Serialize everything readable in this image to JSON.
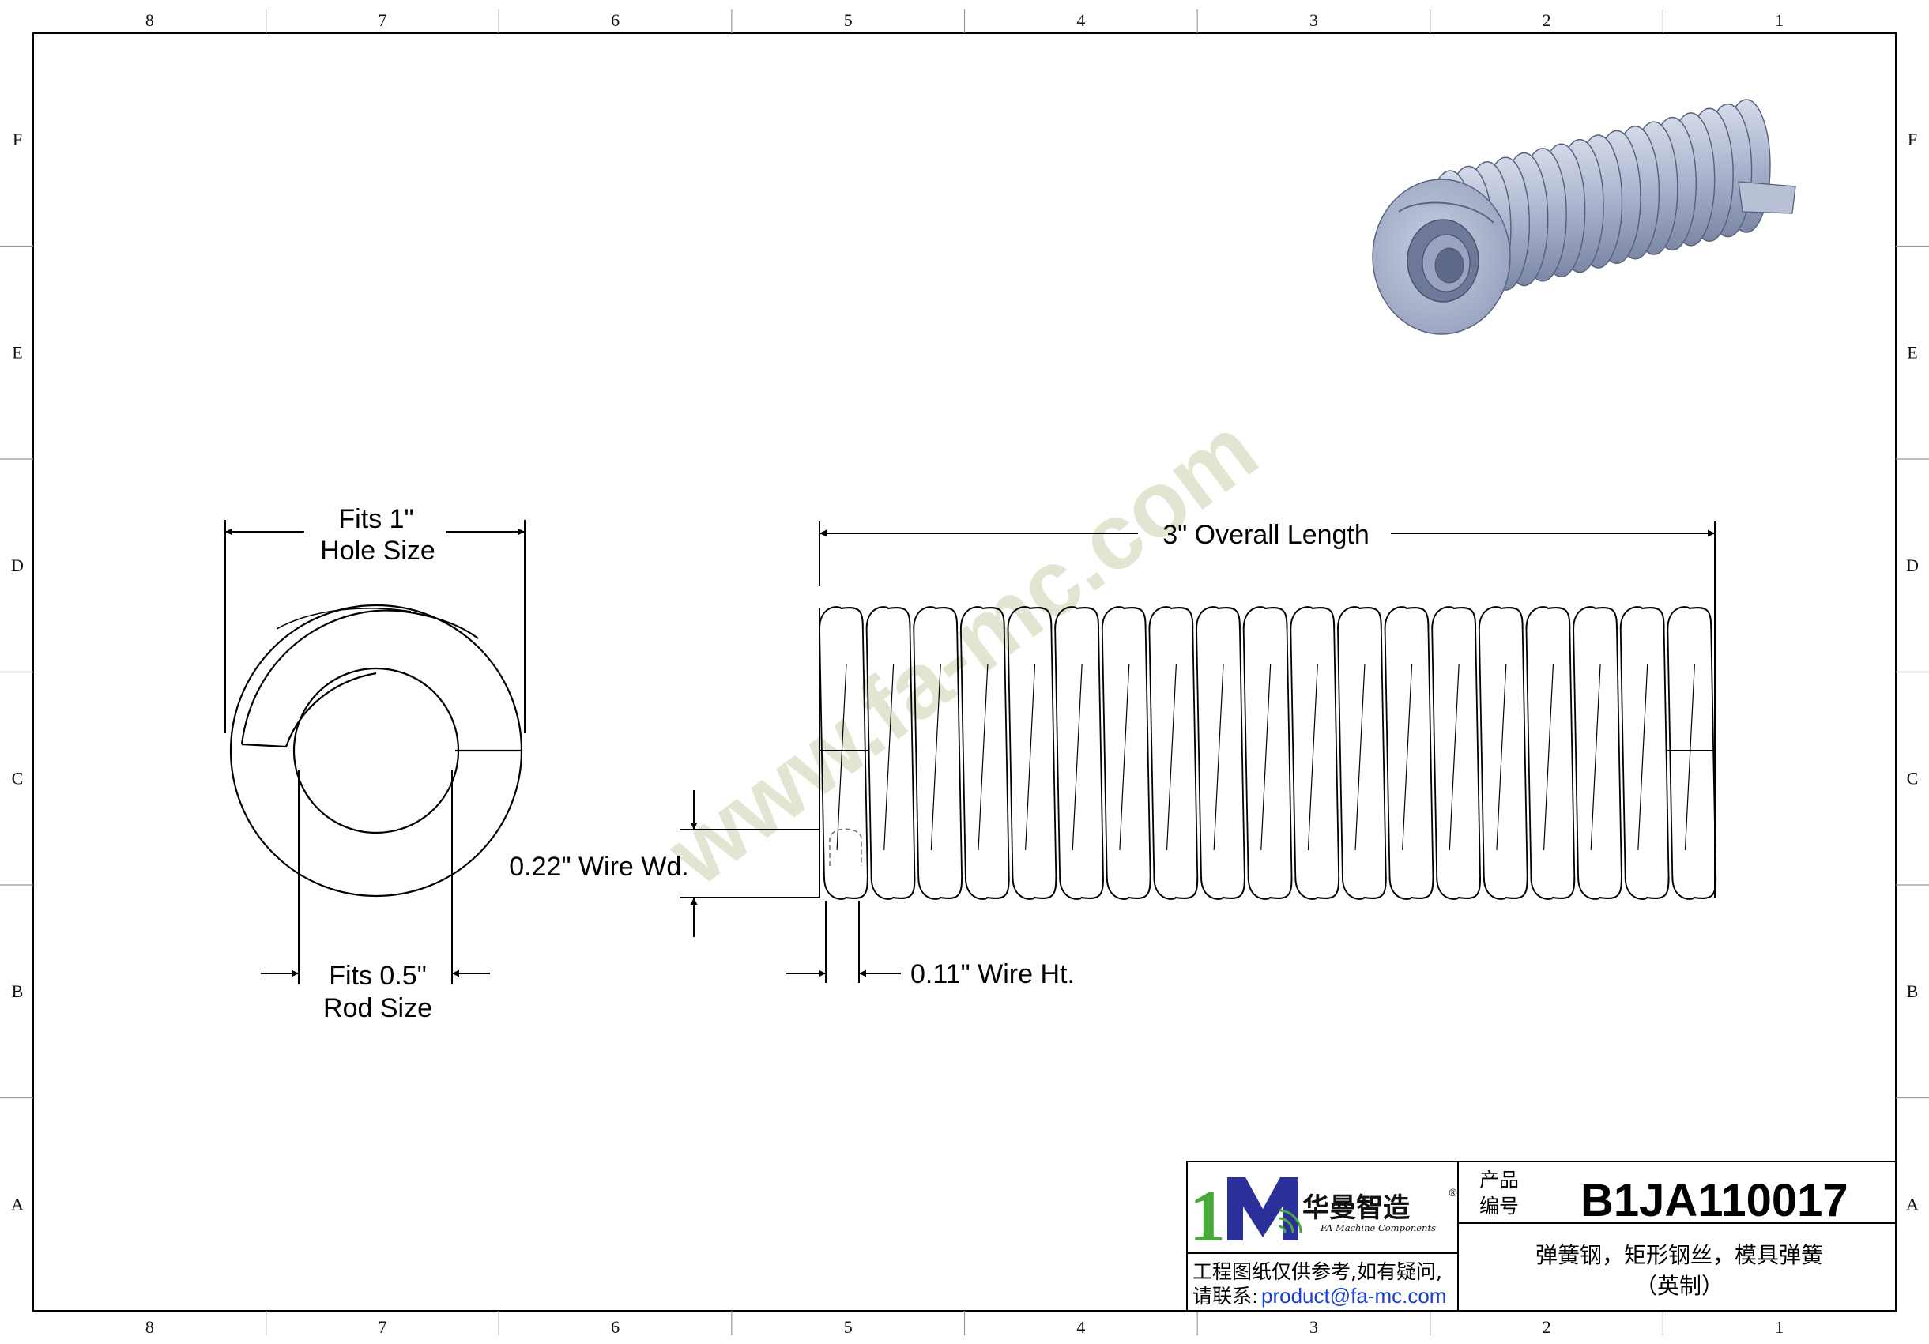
{
  "grid": {
    "columns": [
      "8",
      "7",
      "6",
      "5",
      "4",
      "3",
      "2",
      "1"
    ],
    "rows": [
      "F",
      "E",
      "D",
      "C",
      "B",
      "A"
    ]
  },
  "watermark": "www.fa-mc.com",
  "dimensions": {
    "hole_size_line1": "Fits 1\"",
    "hole_size_line2": "Hole Size",
    "rod_size_line1": "Fits 0.5\"",
    "rod_size_line2": "Rod Size",
    "overall_length": "3\" Overall Length",
    "wire_width": "0.22\" Wire Wd.",
    "wire_height": "0.11\" Wire Ht."
  },
  "title_block": {
    "logo_mark": "1M",
    "brand_cn": "华曼智造",
    "brand_reg": "®",
    "brand_en": "FA Machine Components",
    "product_label_line1": "产品",
    "product_label_line2": "编号",
    "product_number": "B1JA110017",
    "description_line1": "弹簧钢，矩形钢丝，模具弹簧",
    "description_line2": "（英制）",
    "disclaimer_line1": "工程图纸仅供参考,如有疑问,",
    "disclaimer_line2_prefix": "请联系:",
    "contact_email": "product@fa-mc.com"
  },
  "colors": {
    "line": "#000000",
    "logo_green": "#49a93a",
    "logo_blue": "#2a2f9a",
    "email_blue": "#1a3fd0",
    "spring_steel": "#a8b2cc",
    "watermark": "#e4e4d2"
  }
}
